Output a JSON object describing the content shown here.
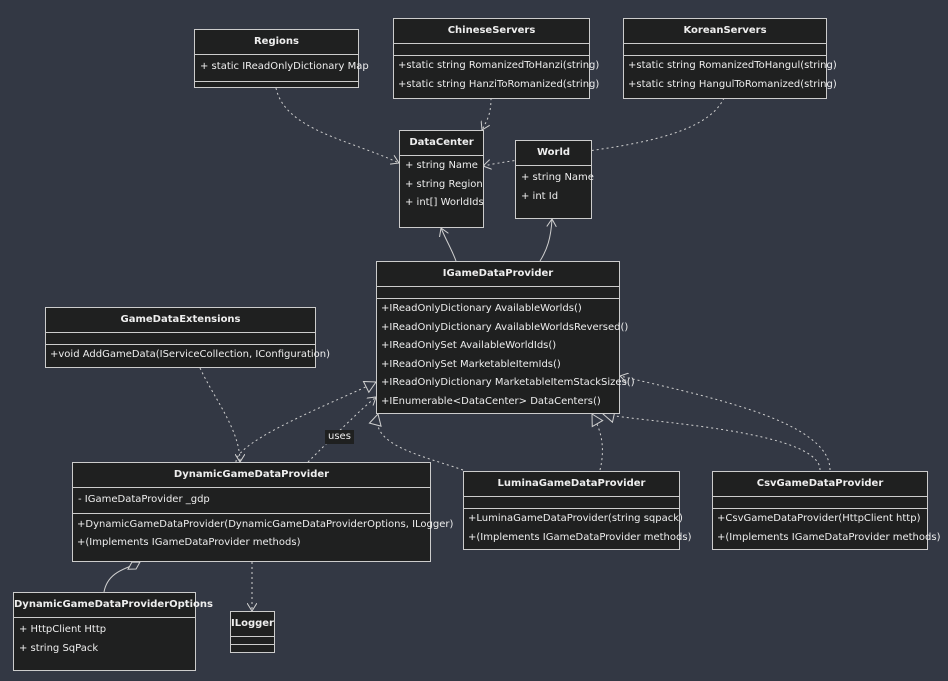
{
  "classes": {
    "regions": {
      "name": "Regions",
      "fields": [],
      "methods": [
        "+ static IReadOnlyDictionary Map"
      ]
    },
    "chinese_servers": {
      "name": "ChineseServers",
      "fields": [],
      "methods": [
        "+static string RomanizedToHanzi(string)",
        "+static string HanziToRomanized(string)"
      ]
    },
    "korean_servers": {
      "name": "KoreanServers",
      "fields": [],
      "methods": [
        "+static string RomanizedToHangul(string)",
        "+static string HangulToRomanized(string)"
      ]
    },
    "data_center": {
      "name": "DataCenter",
      "fields": [
        "+ string Name",
        "+ string Region",
        "+ int[] WorldIds"
      ],
      "methods": []
    },
    "world": {
      "name": "World",
      "fields": [
        "+ string Name",
        "+ int Id"
      ],
      "methods": []
    },
    "igamedataprovider": {
      "name": "IGameDataProvider",
      "fields": [],
      "methods": [
        "+IReadOnlyDictionary AvailableWorlds()",
        "+IReadOnlyDictionary AvailableWorldsReversed()",
        "+IReadOnlySet AvailableWorldIds()",
        "+IReadOnlySet MarketableItemIds()",
        "+IReadOnlyDictionary MarketableItemStackSizes()",
        "+IEnumerable<DataCenter> DataCenters()"
      ]
    },
    "game_data_extensions": {
      "name": "GameDataExtensions",
      "fields": [],
      "methods": [
        "+void AddGameData(IServiceCollection, IConfiguration)"
      ]
    },
    "dynamic_provider": {
      "name": "DynamicGameDataProvider",
      "fields": [
        "- IGameDataProvider _gdp"
      ],
      "methods": [
        "+DynamicGameDataProvider(DynamicGameDataProviderOptions, ILogger)",
        "+(Implements IGameDataProvider methods)"
      ]
    },
    "lumina_provider": {
      "name": "LuminaGameDataProvider",
      "fields": [],
      "methods": [
        "+LuminaGameDataProvider(string sqpack)",
        "+(Implements IGameDataProvider methods)"
      ]
    },
    "csv_provider": {
      "name": "CsvGameDataProvider",
      "fields": [],
      "methods": [
        "+CsvGameDataProvider(HttpClient http)",
        "+(Implements IGameDataProvider methods)"
      ]
    },
    "dynamic_options": {
      "name": "DynamicGameDataProviderOptions",
      "fields": [
        "+ HttpClient Http",
        "+ string SqPack"
      ],
      "methods": []
    },
    "ilogger": {
      "name": "ILogger",
      "fields": [],
      "methods": []
    }
  },
  "edge_labels": {
    "uses": "uses"
  },
  "colors": {
    "background": "#333844",
    "box": "#1f2020",
    "border": "#cccccc",
    "text": "#eeeeee",
    "line": "#d0d0d0"
  }
}
